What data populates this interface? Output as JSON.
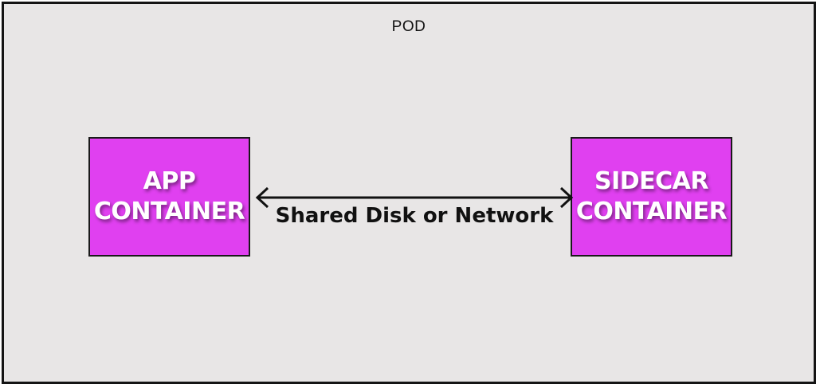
{
  "pod": {
    "label": "POD",
    "background": "#e8e6e6",
    "border_color": "#141414"
  },
  "app_container": {
    "line1": "APP",
    "line2": "CONTAINER",
    "color": "#e040f0"
  },
  "sidecar_container": {
    "line1": "SIDECAR",
    "line2": "CONTAINER",
    "color": "#e040f0"
  },
  "connector": {
    "label": "Shared Disk or Network",
    "style": "double-headed-arrow",
    "color": "#111111"
  }
}
